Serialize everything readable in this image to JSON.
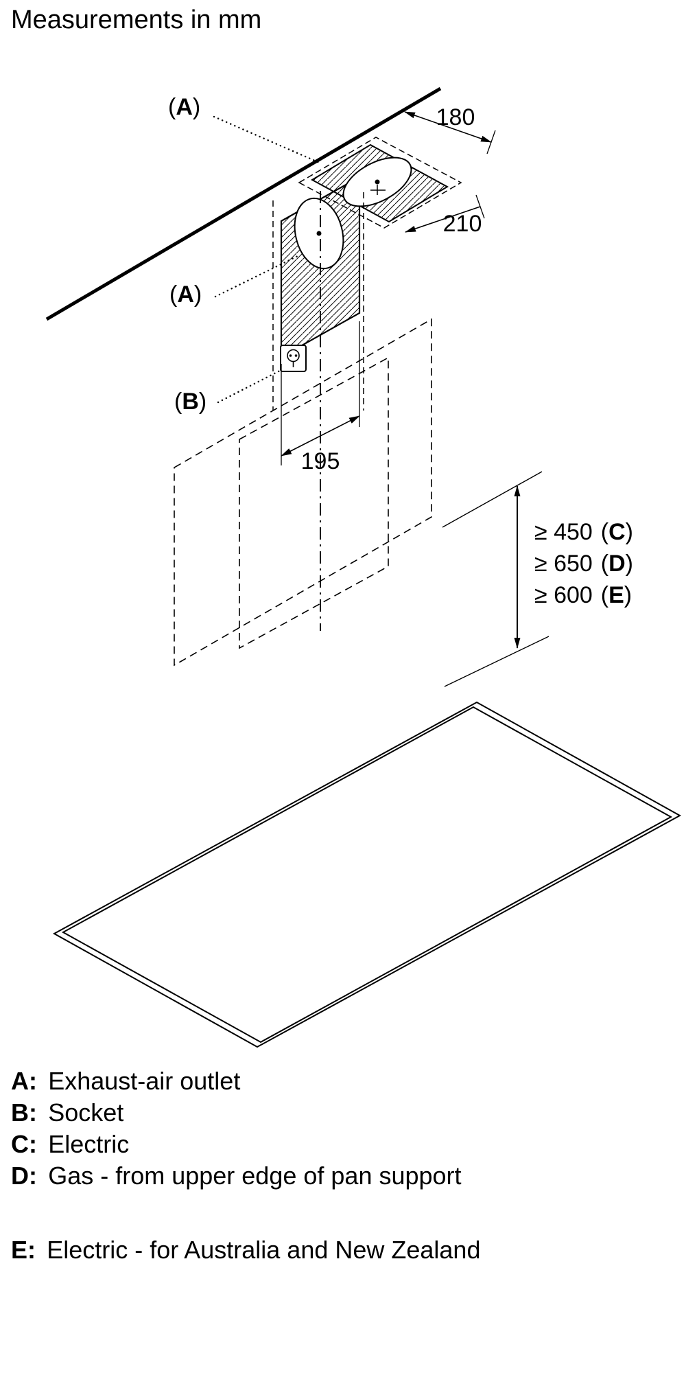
{
  "title": "Measurements in mm",
  "punct": {
    "open": "(",
    "close": ")"
  },
  "labels": {
    "exhaust_top": "A",
    "exhaust_front": "A",
    "socket": "B"
  },
  "dimensions": {
    "wall_to_duct": "180",
    "opening_depth": "210",
    "duct_width": "195"
  },
  "clearances": [
    {
      "value": "≥ 450",
      "ref": "C"
    },
    {
      "value": "≥ 650",
      "ref": "D"
    },
    {
      "value": "≥ 600",
      "ref": "E"
    }
  ],
  "legend": [
    {
      "key": "A:",
      "text": "Exhaust-air outlet"
    },
    {
      "key": "B:",
      "text": "Socket"
    },
    {
      "key": "C:",
      "text": "Electric"
    },
    {
      "key": "D:",
      "text": "Gas - from upper edge of pan support"
    },
    {
      "key": "E:",
      "text": "Electric - for Australia and New Zealand"
    }
  ]
}
